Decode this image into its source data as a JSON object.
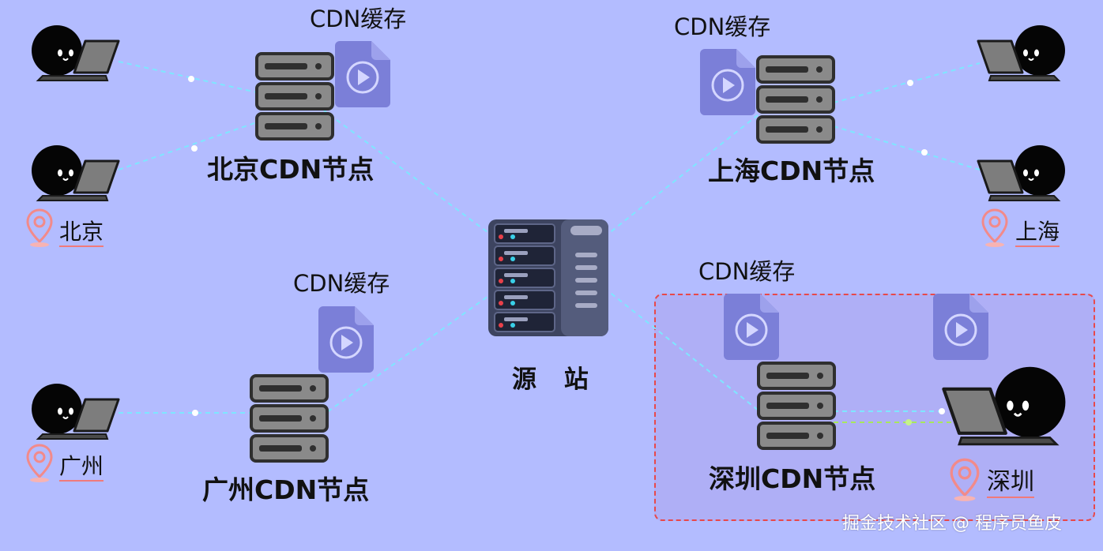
{
  "origin": {
    "label": "源 站"
  },
  "nodes": {
    "beijing": {
      "label": "北京CDN节点",
      "cache_label": "CDN缓存"
    },
    "shanghai": {
      "label": "上海CDN节点",
      "cache_label": "CDN缓存"
    },
    "guangzhou": {
      "label": "广州CDN节点",
      "cache_label": "CDN缓存"
    },
    "shenzhen": {
      "label": "深圳CDN节点",
      "cache_label": "CDN缓存"
    }
  },
  "locations": {
    "beijing": "北京",
    "shanghai": "上海",
    "guangzhou": "广州",
    "shenzhen": "深圳"
  },
  "watermark": "掘金技术社区 @ 程序员鱼皮",
  "colors": {
    "background": "#b3bcff",
    "link_line": "#7fe6ff",
    "active_link": "#a8e85c",
    "highlight_border": "#e8484a",
    "server_frame": "#3d3d3d",
    "server_slot": "#8a8a8a",
    "cache_file": "#7b7fd8",
    "pin": "#f28a8a",
    "origin_body": "#3d4460"
  },
  "icons": {
    "user": "user-with-laptop-icon",
    "server": "server-rack-icon",
    "cache": "video-file-icon",
    "location": "location-pin-icon",
    "origin": "origin-server-icon"
  }
}
